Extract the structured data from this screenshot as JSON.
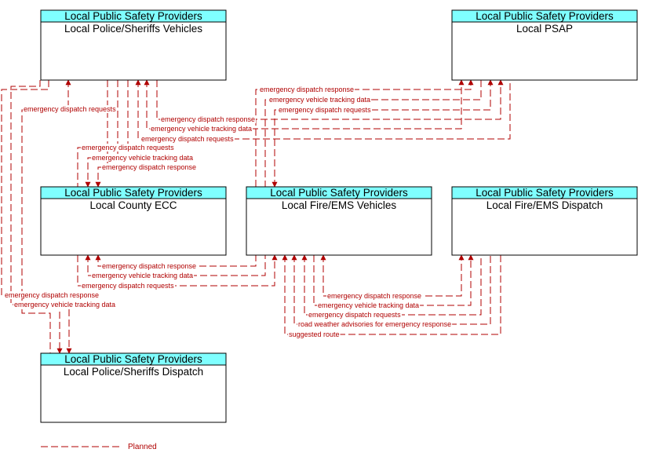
{
  "owner_label": "Local Public Safety Providers",
  "elements": {
    "police_vehicles": "Local Police/Sheriffs Vehicles",
    "psap": "Local PSAP",
    "county_ecc": "Local County ECC",
    "fire_ems_vehicles": "Local Fire/EMS Vehicles",
    "fire_ems_dispatch": "Local Fire/EMS Dispatch",
    "police_dispatch": "Local Police/Sheriffs Dispatch"
  },
  "flows": {
    "emergency_dispatch_response": "emergency dispatch response",
    "emergency_vehicle_tracking_data": "emergency vehicle tracking data",
    "emergency_dispatch_requests": "emergency dispatch requests",
    "road_weather_advisories": "road weather advisories for emergency response",
    "suggested_route": "suggested route"
  },
  "legend": {
    "planned": "Planned"
  },
  "colors": {
    "flow": "#b00000",
    "header": "#7fffff"
  }
}
